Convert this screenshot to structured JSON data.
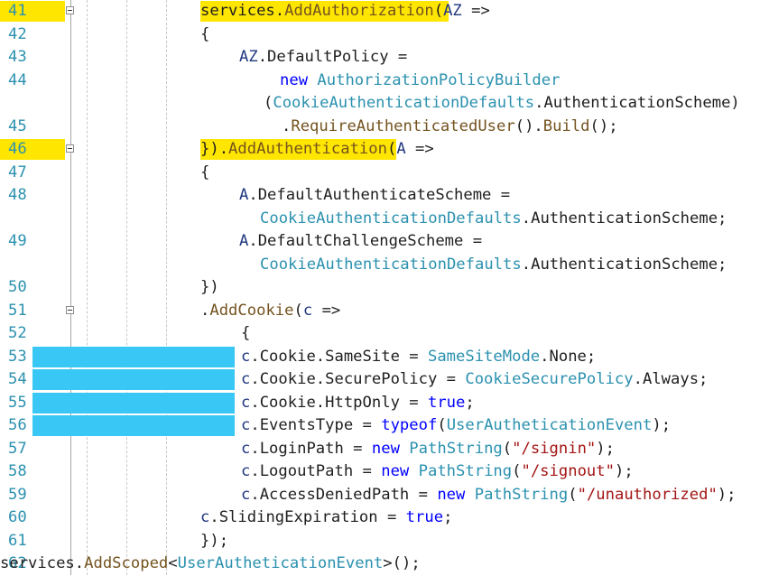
{
  "editor": {
    "lines": [
      {
        "number": "41",
        "highlight": "yellow",
        "fold": true,
        "tokens": [
          {
            "cls": "plain",
            "text": "services."
          },
          {
            "cls": "method",
            "text": "AddAuthorization"
          },
          {
            "cls": "plain",
            "text": "("
          },
          {
            "cls": "param",
            "text": "AZ"
          },
          {
            "cls": "plain",
            "text": " =>"
          }
        ]
      },
      {
        "number": "42",
        "tokens": [
          {
            "cls": "plain",
            "text": "{"
          }
        ]
      },
      {
        "number": "43",
        "tokens": [
          {
            "cls": "param",
            "text": "AZ"
          },
          {
            "cls": "plain",
            "text": ".DefaultPolicy ="
          }
        ]
      },
      {
        "number": "44",
        "tokens": [
          {
            "cls": "kw",
            "text": "new "
          },
          {
            "cls": "type",
            "text": "AuthorizationPolicyBuilder"
          }
        ]
      },
      {
        "number": "",
        "tokens": [
          {
            "cls": "plain",
            "text": "("
          },
          {
            "cls": "type",
            "text": "CookieAuthenticationDefaults"
          },
          {
            "cls": "plain",
            "text": ".AuthenticationScheme)"
          }
        ]
      },
      {
        "number": "45",
        "tokens": [
          {
            "cls": "plain",
            "text": "."
          },
          {
            "cls": "method",
            "text": "RequireAuthenticatedUser"
          },
          {
            "cls": "plain",
            "text": "()."
          },
          {
            "cls": "method",
            "text": "Build"
          },
          {
            "cls": "plain",
            "text": "();"
          }
        ]
      },
      {
        "number": "46",
        "highlight": "yellow",
        "fold": true,
        "tokens": [
          {
            "cls": "plain",
            "text": "})."
          },
          {
            "cls": "method",
            "text": "AddAuthentication"
          },
          {
            "cls": "plain",
            "text": "("
          },
          {
            "cls": "param",
            "text": "A"
          },
          {
            "cls": "plain",
            "text": " =>"
          }
        ]
      },
      {
        "number": "47",
        "tokens": [
          {
            "cls": "plain",
            "text": "{"
          }
        ]
      },
      {
        "number": "48",
        "tokens": [
          {
            "cls": "param",
            "text": "A"
          },
          {
            "cls": "plain",
            "text": ".DefaultAuthenticateScheme ="
          }
        ]
      },
      {
        "number": "",
        "tokens": [
          {
            "cls": "type",
            "text": "CookieAuthenticationDefaults"
          },
          {
            "cls": "plain",
            "text": ".AuthenticationScheme;"
          }
        ]
      },
      {
        "number": "49",
        "tokens": [
          {
            "cls": "param",
            "text": "A"
          },
          {
            "cls": "plain",
            "text": ".DefaultChallengeScheme ="
          }
        ]
      },
      {
        "number": "",
        "tokens": [
          {
            "cls": "type",
            "text": "CookieAuthenticationDefaults"
          },
          {
            "cls": "plain",
            "text": ".AuthenticationScheme;"
          }
        ]
      },
      {
        "number": "50",
        "tokens": [
          {
            "cls": "plain",
            "text": "})"
          }
        ]
      },
      {
        "number": "51",
        "highlight": "yellow",
        "fold": true,
        "tokens": [
          {
            "cls": "plain",
            "text": "."
          },
          {
            "cls": "method",
            "text": "AddCookie"
          },
          {
            "cls": "plain",
            "text": "("
          },
          {
            "cls": "param",
            "text": "c"
          },
          {
            "cls": "plain",
            "text": " =>"
          }
        ]
      },
      {
        "number": "52",
        "tokens": [
          {
            "cls": "plain",
            "text": "{"
          }
        ]
      },
      {
        "number": "53",
        "highlight": "blue",
        "tokens": [
          {
            "cls": "param",
            "text": "c"
          },
          {
            "cls": "plain",
            "text": ".Cookie.SameSite = "
          },
          {
            "cls": "type",
            "text": "SameSiteMode"
          },
          {
            "cls": "plain",
            "text": ".None;"
          }
        ]
      },
      {
        "number": "54",
        "highlight": "blue",
        "tokens": [
          {
            "cls": "param",
            "text": "c"
          },
          {
            "cls": "plain",
            "text": ".Cookie.SecurePolicy = "
          },
          {
            "cls": "type",
            "text": "CookieSecurePolicy"
          },
          {
            "cls": "plain",
            "text": ".Always;"
          }
        ]
      },
      {
        "number": "55",
        "highlight": "blue",
        "tokens": [
          {
            "cls": "param",
            "text": "c"
          },
          {
            "cls": "plain",
            "text": ".Cookie.HttpOnly = "
          },
          {
            "cls": "kw",
            "text": "true"
          },
          {
            "cls": "plain",
            "text": ";"
          }
        ]
      },
      {
        "number": "56",
        "highlight": "blue",
        "tokens": [
          {
            "cls": "param",
            "text": "c"
          },
          {
            "cls": "plain",
            "text": ".EventsType = "
          },
          {
            "cls": "kw",
            "text": "typeof"
          },
          {
            "cls": "plain",
            "text": "("
          },
          {
            "cls": "type",
            "text": "UserAutheticationEvent"
          },
          {
            "cls": "plain",
            "text": ");"
          }
        ]
      },
      {
        "number": "57",
        "tokens": [
          {
            "cls": "param",
            "text": "c"
          },
          {
            "cls": "plain",
            "text": ".LoginPath = "
          },
          {
            "cls": "kw",
            "text": "new "
          },
          {
            "cls": "type",
            "text": "PathString"
          },
          {
            "cls": "plain",
            "text": "("
          },
          {
            "cls": "str",
            "text": "\"/signin\""
          },
          {
            "cls": "plain",
            "text": ");"
          }
        ]
      },
      {
        "number": "58",
        "tokens": [
          {
            "cls": "param",
            "text": "c"
          },
          {
            "cls": "plain",
            "text": ".LogoutPath = "
          },
          {
            "cls": "kw",
            "text": "new "
          },
          {
            "cls": "type",
            "text": "PathString"
          },
          {
            "cls": "plain",
            "text": "("
          },
          {
            "cls": "str",
            "text": "\"/signout\""
          },
          {
            "cls": "plain",
            "text": ");"
          }
        ]
      },
      {
        "number": "59",
        "tokens": [
          {
            "cls": "param",
            "text": "c"
          },
          {
            "cls": "plain",
            "text": ".AccessDeniedPath = "
          },
          {
            "cls": "kw",
            "text": "new "
          },
          {
            "cls": "type",
            "text": "PathString"
          },
          {
            "cls": "plain",
            "text": "("
          },
          {
            "cls": "str",
            "text": "\"/unauthorized\""
          },
          {
            "cls": "plain",
            "text": ");"
          }
        ]
      },
      {
        "number": "60",
        "tokens": [
          {
            "cls": "param",
            "text": "c"
          },
          {
            "cls": "plain",
            "text": ".SlidingExpiration = "
          },
          {
            "cls": "kw",
            "text": "true"
          },
          {
            "cls": "plain",
            "text": ";"
          }
        ]
      },
      {
        "number": "61",
        "tokens": [
          {
            "cls": "plain",
            "text": "});"
          }
        ]
      },
      {
        "number": "62",
        "highlight": "yellow",
        "tokens": [
          {
            "cls": "plain",
            "text": "services."
          },
          {
            "cls": "method",
            "text": "AddScoped"
          },
          {
            "cls": "plain",
            "text": "<"
          },
          {
            "cls": "type",
            "text": "UserAutheticationEvent"
          },
          {
            "cls": "plain",
            "text": ">();"
          }
        ]
      }
    ]
  },
  "colors": {
    "line_number": "#2b91af",
    "highlight_yellow": "#ffe600",
    "highlight_blue": "#39c7f5",
    "method": "#74531f",
    "type": "#2b91af",
    "keyword": "#0000ff",
    "string": "#a31515",
    "parameter": "#1f377f"
  }
}
